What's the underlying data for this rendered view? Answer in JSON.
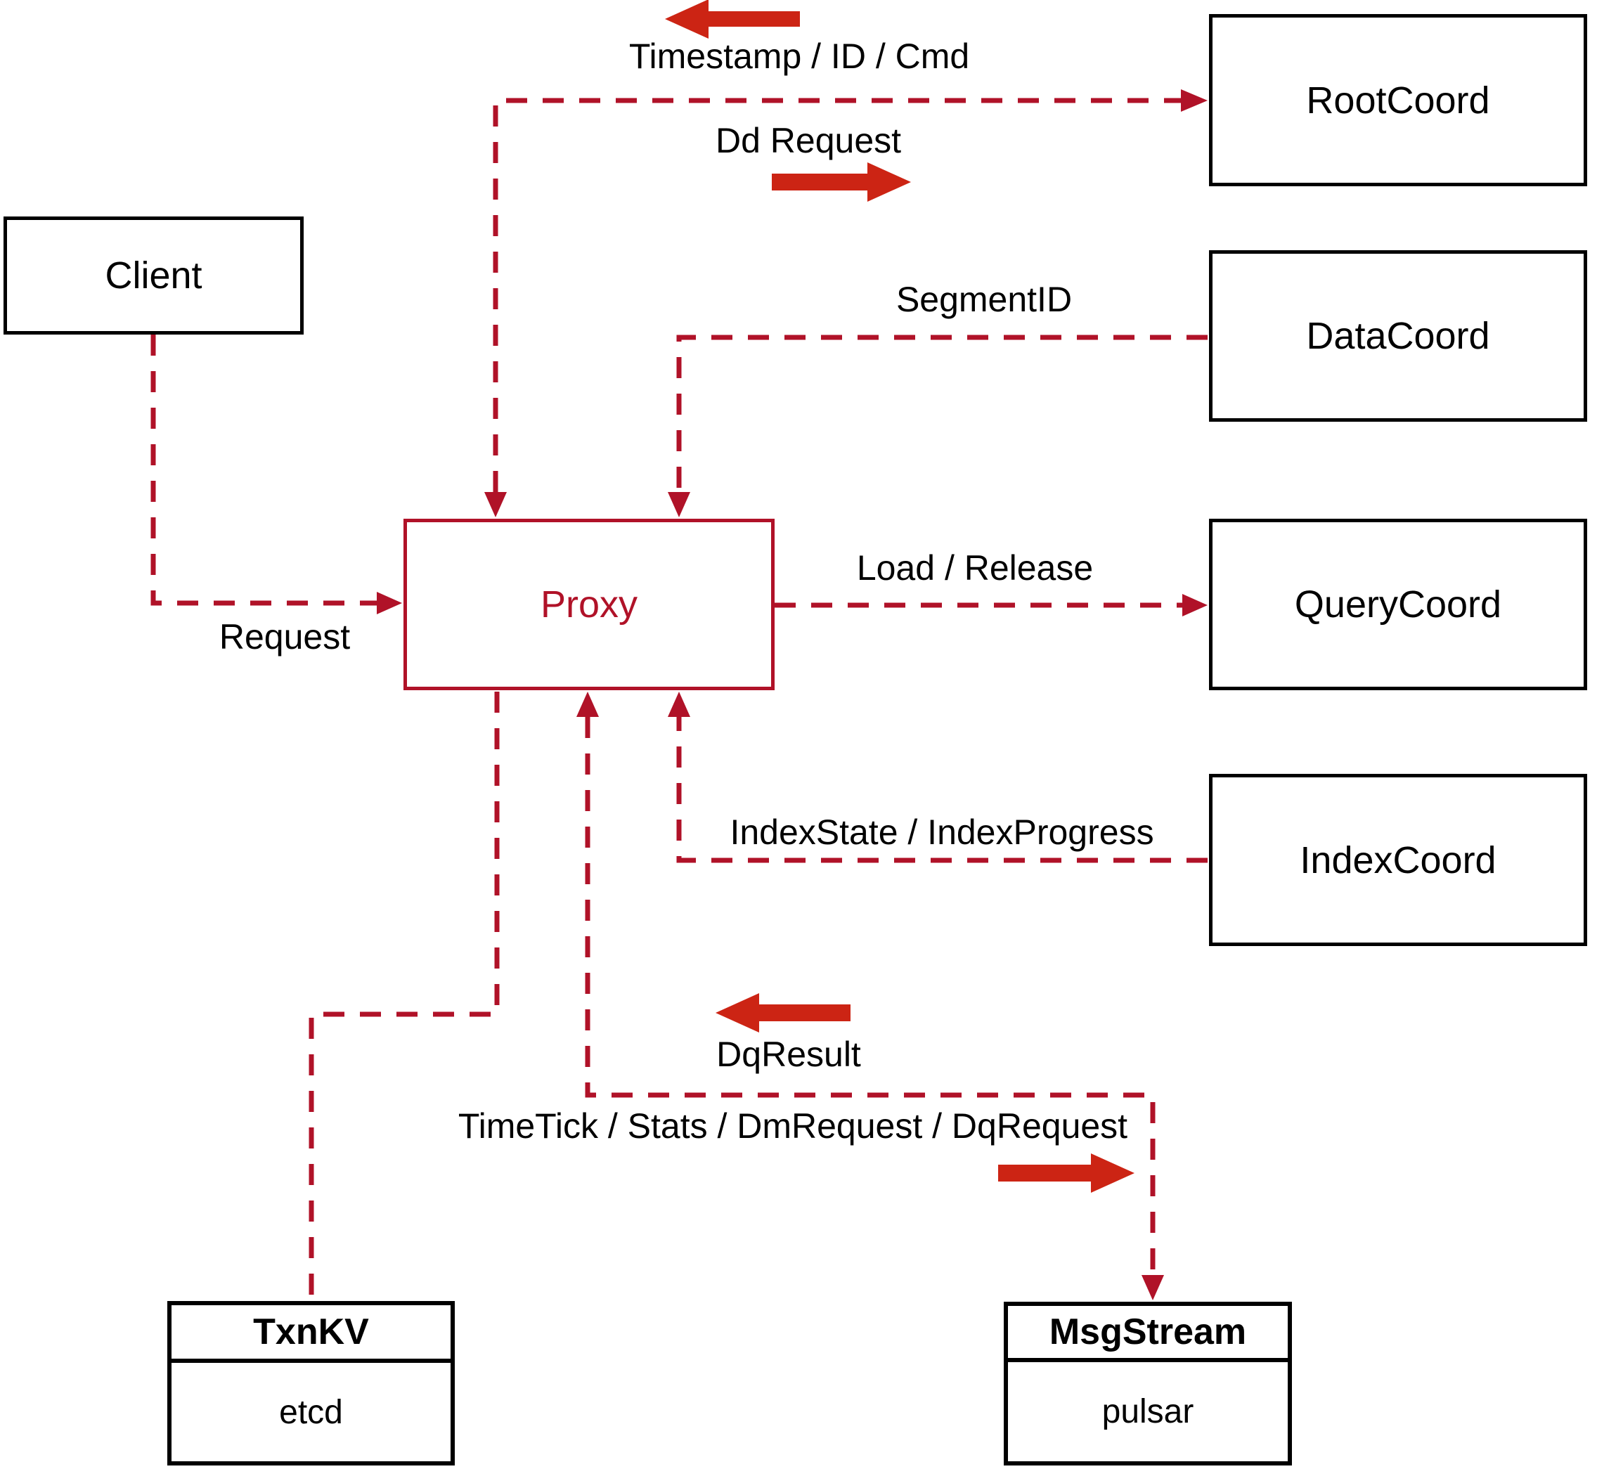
{
  "colors": {
    "dash": "#b01228",
    "arrow_glyph": "#cc2414",
    "box_border": "#000000",
    "proxy_accent": "#b01228",
    "text": "#000000",
    "background": "#ffffff"
  },
  "nodes": {
    "client": {
      "label": "Client"
    },
    "proxy": {
      "label": "Proxy"
    },
    "root_coord": {
      "label": "RootCoord"
    },
    "data_coord": {
      "label": "DataCoord"
    },
    "query_coord": {
      "label": "QueryCoord"
    },
    "index_coord": {
      "label": "IndexCoord"
    },
    "txn_kv": {
      "title": "TxnKV",
      "implementation": "etcd"
    },
    "msg_stream": {
      "title": "MsgStream",
      "implementation": "pulsar"
    }
  },
  "edge_labels": {
    "timestamp_id_cmd": "Timestamp / ID / Cmd",
    "dd_request": "Dd Request",
    "segment_id": "SegmentID",
    "request": "Request",
    "load_release": "Load / Release",
    "index_state": "IndexState / IndexProgress",
    "dq_result": "DqResult",
    "time_tick": "TimeTick / Stats / DmRequest / DqRequest"
  }
}
